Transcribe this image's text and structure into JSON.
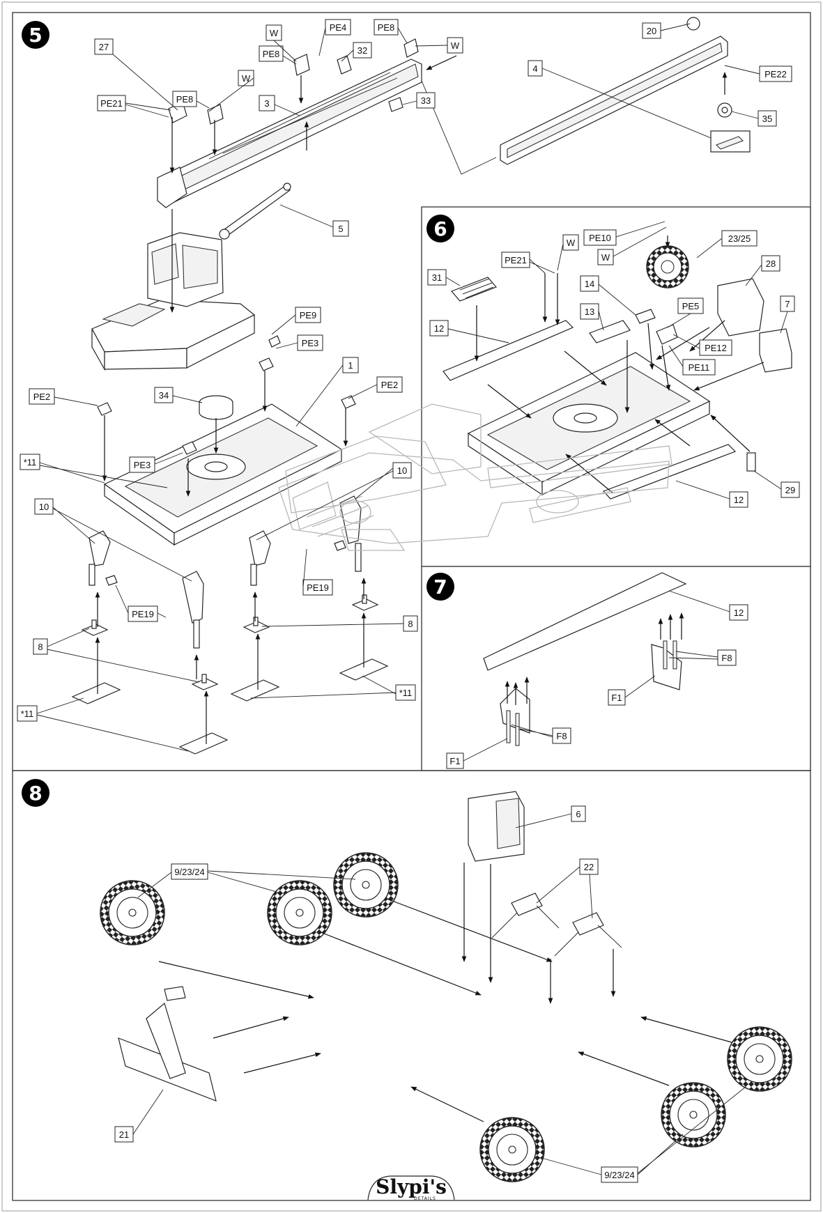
{
  "brand": {
    "name": "Slypi's",
    "sub": "DETAILS"
  },
  "steps": [
    {
      "num": "5",
      "labels": [
        "27",
        "PE21",
        "PE8",
        "W",
        "W",
        "PE8",
        "PE4",
        "32",
        "PE8",
        "W",
        "3",
        "33",
        "5",
        "PE9",
        "PE3",
        "34",
        "PE2",
        "1",
        "PE2",
        "PE3",
        "*11",
        "10",
        "10",
        "PE19",
        "PE19",
        "8",
        "8",
        "*11",
        "*11",
        "20",
        "4",
        "PE22",
        "35"
      ]
    },
    {
      "num": "6",
      "labels": [
        "PE10",
        "W",
        "23/25",
        "PE21",
        "W",
        "31",
        "14",
        "28",
        "PE5",
        "7",
        "13",
        "12",
        "PE12",
        "PE11",
        "12",
        "29"
      ]
    },
    {
      "num": "7",
      "labels": [
        "12",
        "F8",
        "F1",
        "F8",
        "F1"
      ]
    },
    {
      "num": "8",
      "labels": [
        "6",
        "9/23/24",
        "22",
        "21",
        "9/23/24"
      ]
    }
  ]
}
